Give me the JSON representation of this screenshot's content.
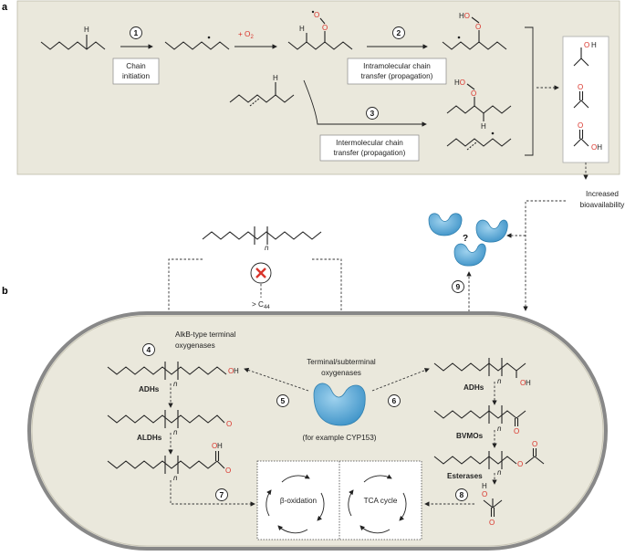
{
  "panels": {
    "a": "a",
    "b": "b"
  },
  "panel_a": {
    "steps": {
      "s1": "1",
      "s2": "2",
      "s3": "3"
    },
    "chain_initiation": [
      "Chain",
      "initiation"
    ],
    "plus_o2": "+ O",
    "o2_sub": "2",
    "intramolecular": [
      "Intramolecular chain",
      "transfer (propagation)"
    ],
    "intermolecular": [
      "Intermolecular chain",
      "transfer (propagation)"
    ],
    "atoms": {
      "H": "H",
      "O": "O",
      "HO": "HO",
      "OH": "OH"
    }
  },
  "increased_bioavailability": [
    "Increased",
    "bioavailability"
  ],
  "step9": "9",
  "question_mark": "?",
  "panel_b": {
    "n": "n",
    "gt_c44": "> C",
    "c44_sub": "44",
    "alkb": [
      "AlkB-type terminal",
      "oxygenases"
    ],
    "terminal_subterminal": [
      "Terminal/subterminal",
      "oxygenases"
    ],
    "cyp": "(for example CYP153)",
    "steps": {
      "s4": "4",
      "s5": "5",
      "s6": "6",
      "s7": "7",
      "s8": "8"
    },
    "enzymes_left": [
      "ADHs",
      "ALDHs"
    ],
    "enzymes_right": [
      "ADHs",
      "BVMOs",
      "Esterases"
    ],
    "beta_oxidation": "β-oxidation",
    "tca_cycle": "TCA cycle"
  },
  "colors": {
    "panel_a_bg": "#eae8dc",
    "cell_fill": "#eae8dc",
    "enzyme": "#5aa9d6",
    "red": "#d9342b"
  }
}
